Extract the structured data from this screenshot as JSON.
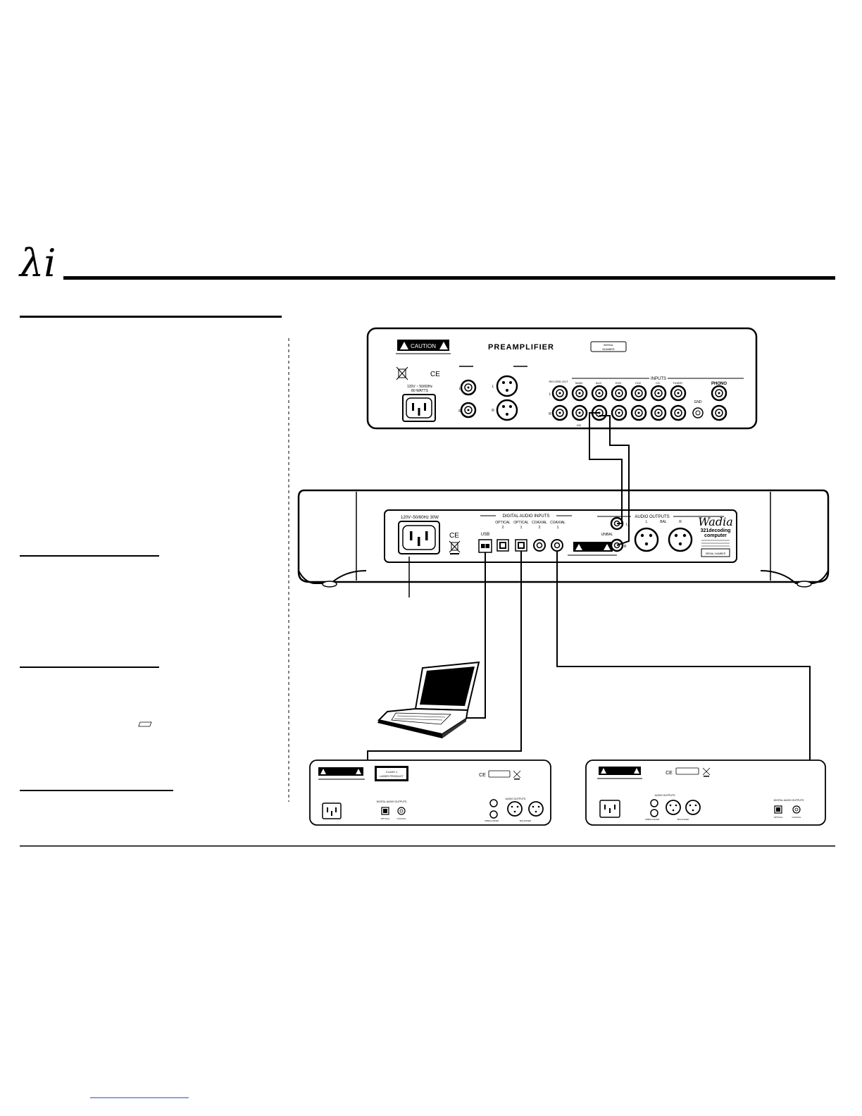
{
  "logo": {
    "glyph": "λi",
    "icon": "wadia-logo-icon"
  },
  "preamp": {
    "title": "PREAMPLIFIER",
    "caution": "CAUTION",
    "serial_line1": "SERIAL",
    "serial_line2": "NUMBER",
    "ce": "CE",
    "power_rating_line1": "120V ~ 50/60Hz",
    "power_rating_line2": "80 WATTS",
    "inputs_label": "INPUTS",
    "jack_labels": [
      "RECORD OUT",
      "MAIN",
      "AUX",
      "DVD",
      "CD2",
      "CD",
      "TUNER"
    ],
    "phono": "PHONO",
    "gnd": "GND",
    "vid": "VID"
  },
  "dac": {
    "power_rating": "120V~50/60Hz 30W",
    "ce": "CE",
    "digital_inputs_label": "DIGITAL AUDIO INPUTS",
    "input_labels": [
      "OPTICAL",
      "OPTICAL",
      "COAXIAL",
      "COAXIAL"
    ],
    "input_numbers": [
      "2",
      "1",
      "2",
      "1"
    ],
    "usb": "USB",
    "audio_outputs_label": "AUDIO OUTPUTS",
    "unbal": "UNBAL",
    "bal": "BAL",
    "out_l": "L",
    "out_r": "R",
    "brand": "Wadia",
    "model_line1": "321decoding",
    "model_line2": "computer",
    "serial": "SERIAL NUMBER"
  },
  "player1": {
    "class_label_line1": "CLASS 1",
    "class_label_line2": "LASER PRODUCT",
    "ce": "CE",
    "digital_outputs": "DIGITAL AUDIO OUTPUTS",
    "audio_outputs": "AUDIO OUTPUTS",
    "unbalanced": "UNBALANCED",
    "balanced": "BALANCED",
    "optical": "OPTICAL",
    "coaxial": "COAXIAL"
  },
  "player2": {
    "ce": "CE",
    "digital_outputs": "DIGITAL AUDIO OUTPUTS",
    "audio_outputs": "AUDIO OUTPUTS",
    "unbalanced": "UNBALANCED",
    "balanced": "BALANCED",
    "optical": "OPTICAL",
    "coaxial": "COAXIAL"
  },
  "colors": {
    "ink": "#000000",
    "panel": "#ffffff",
    "link": "#1f3fbf"
  }
}
